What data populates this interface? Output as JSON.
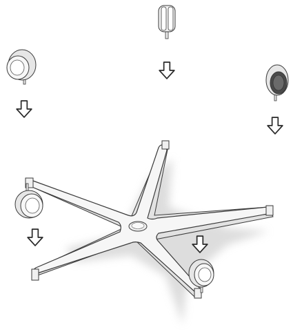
{
  "diagram": {
    "title": "",
    "style": "assembly-illustration",
    "palette": {
      "background": "#ffffff",
      "part_fill": "#f6f6f6",
      "part_stroke": "#3a3a3a",
      "shadow": "#cfcfcf",
      "wheel_dark": "#4a4a4a",
      "arrow_stroke": "#2a2a2a"
    },
    "parts": [
      {
        "name": "star-base",
        "icon": "five-spoke-chair-base"
      },
      {
        "name": "caster-1",
        "icon": "caster-wheel"
      },
      {
        "name": "caster-2",
        "icon": "caster-wheel"
      },
      {
        "name": "caster-3",
        "icon": "caster-wheel"
      },
      {
        "name": "caster-4",
        "icon": "caster-wheel"
      },
      {
        "name": "caster-5",
        "icon": "caster-wheel"
      }
    ],
    "arrows": [
      {
        "name": "arrow-1",
        "icon": "down-arrow-outline"
      },
      {
        "name": "arrow-2",
        "icon": "down-arrow-outline"
      },
      {
        "name": "arrow-3",
        "icon": "down-arrow-outline"
      },
      {
        "name": "arrow-4",
        "icon": "down-arrow-outline"
      },
      {
        "name": "arrow-5",
        "icon": "down-arrow-outline"
      }
    ]
  }
}
